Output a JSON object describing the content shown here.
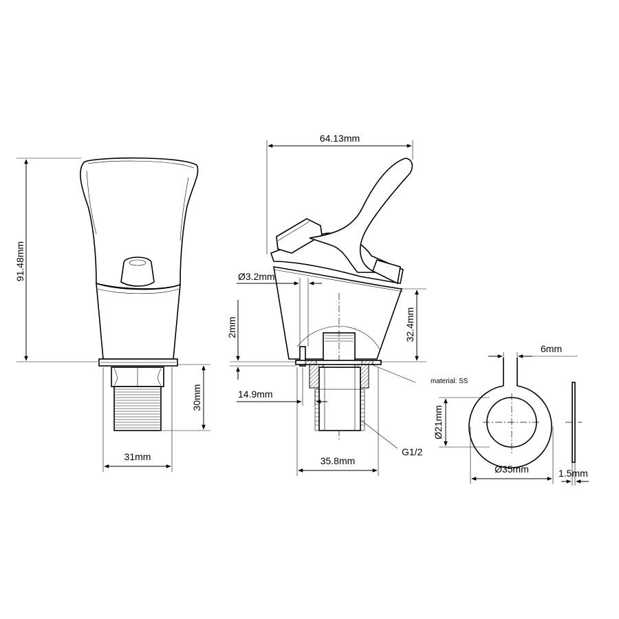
{
  "front_view": {
    "height_label": "91.48mm",
    "thread_length_label": "30mm",
    "thread_width_label": "31mm"
  },
  "side_view": {
    "width_label": "64.13mm",
    "hole_label": "Ø3.2mm",
    "gap_label": "2mm",
    "body_height_label": "32.4mm",
    "offset_label": "14.9mm",
    "base_width_label": "35.8mm",
    "material_label": "material: SS",
    "thread_label": "G1/2"
  },
  "washer_view": {
    "slot_label": "6mm",
    "inner_label": "Ø21mm",
    "outer_label": "Ø35mm",
    "thickness_label": "1.5mm"
  }
}
